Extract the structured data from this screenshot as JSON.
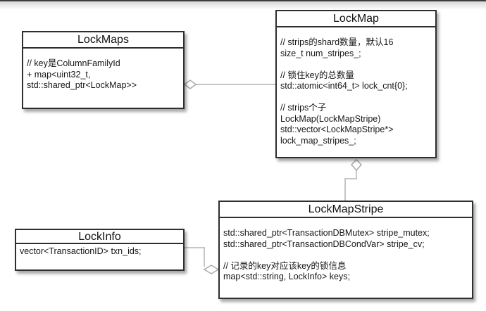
{
  "colors": {
    "border": "#2e2e2e",
    "box-bg": "#ffffff",
    "connector": "#c6c6c6",
    "diamond-stroke": "#aaaaaa",
    "page-bg": "#ffffff",
    "top-edge": "#3c3c3c"
  },
  "diagram": {
    "type": "uml-class-diagram",
    "classes": [
      {
        "title": "LockMaps",
        "lines": [
          "// key是ColumnFamilyId",
          "+ map<uint32_t,",
          "std::shared_ptr<LockMap>>"
        ]
      },
      {
        "title": "LockMap",
        "lines": [
          "// strips的shard数量，默认16",
          "size_t num_stripes_;",
          "",
          "// 锁住key的总数量",
          "std::atomic<int64_t> lock_cnt{0};",
          "",
          "// strips个子",
          "LockMap(LockMapStripe)",
          "std::vector<LockMapStripe*>",
          "lock_map_stripes_;"
        ]
      },
      {
        "title": "LockMapStripe",
        "lines": [
          "std::shared_ptr<TransactionDBMutex> stripe_mutex;",
          "std::shared_ptr<TransactionDBCondVar> stripe_cv;",
          "",
          "// 记录的key对应该key的锁信息",
          "map<std::string, LockInfo> keys;"
        ]
      },
      {
        "title": "LockInfo",
        "lines": [
          "vector<TransactionID> txn_ids;"
        ]
      }
    ],
    "connectors": [
      {
        "from": "LockMaps",
        "to": "LockMap",
        "type": "aggregation",
        "diamond_at": "LockMaps"
      },
      {
        "from": "LockMap",
        "to": "LockMapStripe",
        "type": "aggregation",
        "diamond_at": "LockMap"
      },
      {
        "from": "LockInfo",
        "to": "LockMapStripe",
        "type": "aggregation",
        "diamond_at": "LockMapStripe"
      }
    ]
  }
}
